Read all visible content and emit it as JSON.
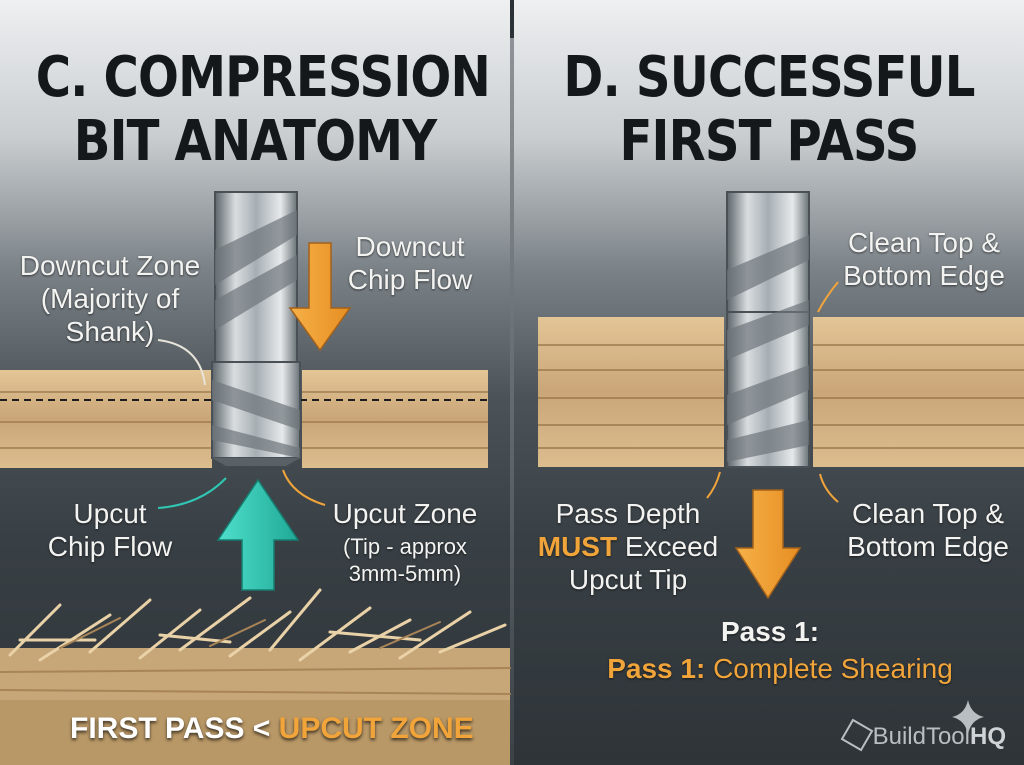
{
  "left_panel": {
    "title_line1": "C. COMPRESSION",
    "title_line2": "BIT ANATOMY",
    "downcut_zone": [
      "Downcut Zone",
      "(Majority of",
      "Shank)"
    ],
    "downcut_flow": [
      "Downcut",
      "Chip Flow"
    ],
    "upcut_flow": [
      "Upcut",
      "Chip Flow"
    ],
    "upcut_zone": [
      "Upcut Zone"
    ],
    "upcut_zone_note": [
      "(Tip - approx",
      "3mm-5mm)"
    ],
    "caption_white": "FIRST PASS <",
    "caption_orange": "UPCUT ZONE"
  },
  "right_panel": {
    "title_line1": "D. SUCCESSFUL",
    "title_line2": "FIRST PASS",
    "edge_top": [
      "Clean Top &",
      "Bottom Edge"
    ],
    "edge_bottom": [
      "Clean Top &",
      "Bottom Edge"
    ],
    "depth_line1": "Pass Depth",
    "depth_must": "MUST",
    "depth_exceed": " Exceed",
    "depth_line3": "Upcut Tip",
    "pass_heading": "Pass 1:",
    "pass_orange": "Pass 1:",
    "pass_rest": " Complete Shearing"
  },
  "brand": {
    "name": "BuildTool",
    "suffix": "HQ"
  },
  "colors": {
    "accent_orange": "#f0a43a",
    "accent_teal": "#2fc6b3",
    "wood": "#d8b98a",
    "metal": "#a9b0b5"
  },
  "icons": [
    "cube-logo-icon",
    "sparkle-icon"
  ]
}
